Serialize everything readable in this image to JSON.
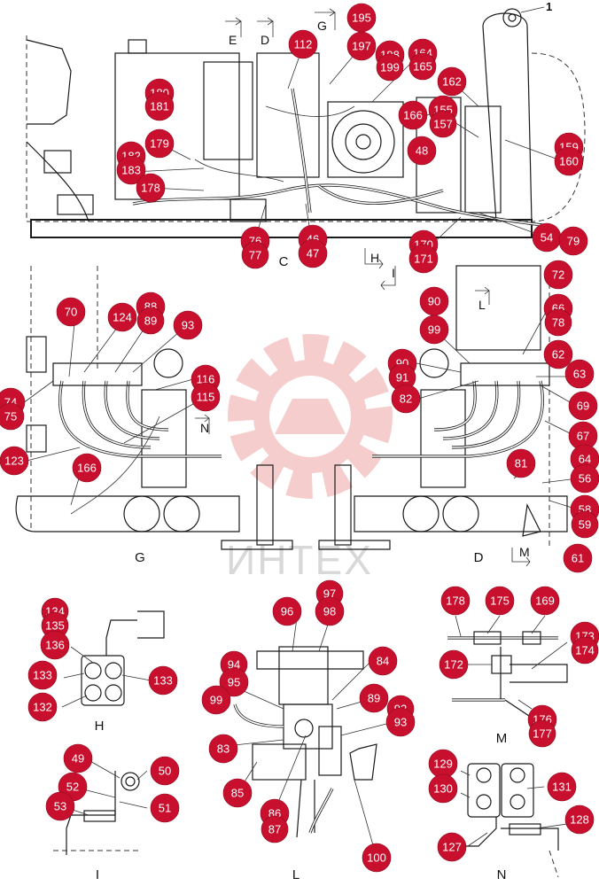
{
  "callout_top": "1",
  "watermark_text": "ИНТЕХ",
  "accent_color": "#c8102e",
  "view_labels": {
    "c": "C",
    "g": "G",
    "d": "D",
    "h": "H",
    "i": "I",
    "l": "L",
    "m": "M",
    "n": "N"
  },
  "view_arrows": {
    "e": "E",
    "d": "D",
    "g": "G",
    "h": "H",
    "i": "I",
    "l": "L",
    "n": "N",
    "m": "M"
  },
  "balloons": {
    "b195": "195",
    "b112": "112",
    "b197": "197",
    "b198": "198",
    "b199": "199",
    "b164": "164",
    "b165": "165",
    "b162": "162",
    "b180": "180",
    "b181": "181",
    "b166a": "166",
    "b155": "155",
    "b157": "157",
    "b179": "179",
    "b182": "182",
    "b183": "183",
    "b48": "48",
    "b178a": "178",
    "b159": "159",
    "b160": "160",
    "b76": "76",
    "b77": "77",
    "b46": "46",
    "b47": "47",
    "b170": "170",
    "b171": "171",
    "b54": "54",
    "b79": "79",
    "b72": "72",
    "b70": "70",
    "b124": "124",
    "b88": "88",
    "b89a": "89",
    "b93a": "93",
    "b90a": "90",
    "b99a": "99",
    "b66": "66",
    "b78": "78",
    "b62": "62",
    "b63": "63",
    "b74": "74",
    "b75": "75",
    "b116": "116",
    "b115": "115",
    "b90b": "90",
    "b91": "91",
    "b82": "82",
    "b69": "69",
    "b67": "67",
    "b123": "123",
    "b166b": "166",
    "b81": "81",
    "b64": "64",
    "b56": "56",
    "b58": "58",
    "b59": "59",
    "b61": "61",
    "b97": "97",
    "b96": "96",
    "b98": "98",
    "b134": "134",
    "b135": "135",
    "b136": "136",
    "b133a": "133",
    "b133b": "133",
    "b132": "132",
    "b94": "94",
    "b95": "95",
    "b84": "84",
    "b99b": "99",
    "b89b": "89",
    "b92": "92",
    "b83": "83",
    "b93b": "93",
    "b85": "85",
    "b86": "86",
    "b87": "87",
    "b100": "100",
    "b49": "49",
    "b50": "50",
    "b52": "52",
    "b51": "51",
    "b53": "53",
    "b178b": "178",
    "b175": "175",
    "b169": "169",
    "b173": "173",
    "b174": "174",
    "b172": "172",
    "b176": "176",
    "b177": "177",
    "b129": "129",
    "b130": "130",
    "b131": "131",
    "b128": "128",
    "b127": "127"
  }
}
